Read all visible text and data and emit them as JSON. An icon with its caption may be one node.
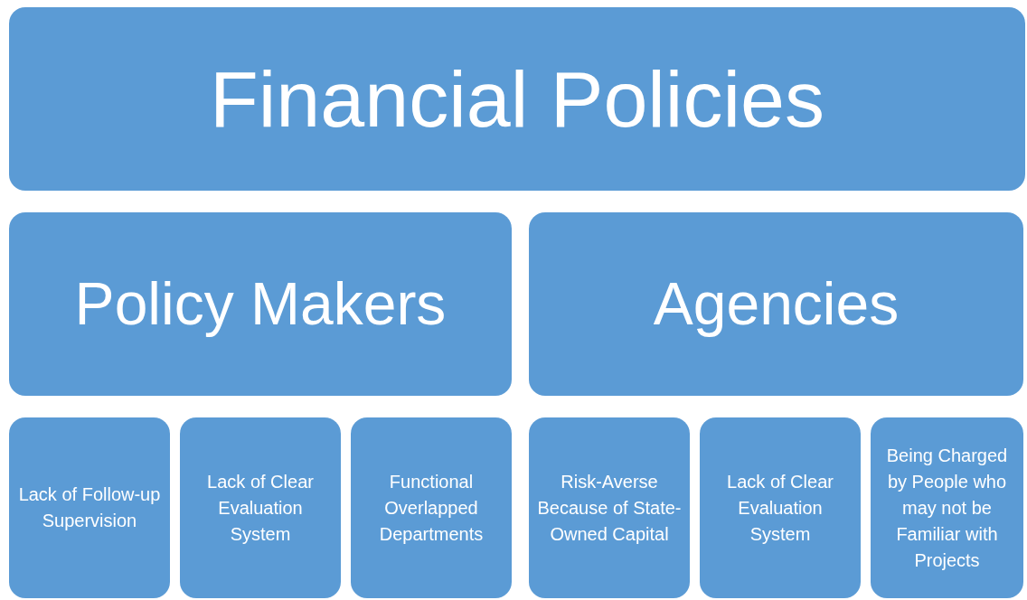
{
  "diagram": {
    "nodes": [
      {
        "text": [
          "Financial Policies"
        ]
      },
      {
        "text": [
          "Policy Makers"
        ]
      },
      {
        "text": [
          "Agencies"
        ]
      },
      {
        "text": [
          "Lack of Follow-up Supervision"
        ]
      },
      {
        "text": [
          "Lack of Clear Evaluation System"
        ]
      },
      {
        "text": [
          "Functional Overlapped Departments"
        ]
      },
      {
        "text": [
          "Risk-Averse Because of State-Owned Capital"
        ]
      },
      {
        "text": [
          "Lack of Clear Evaluation System"
        ]
      },
      {
        "text": [
          "Being Charged by People who may not be Familiar with Projects"
        ]
      }
    ]
  }
}
